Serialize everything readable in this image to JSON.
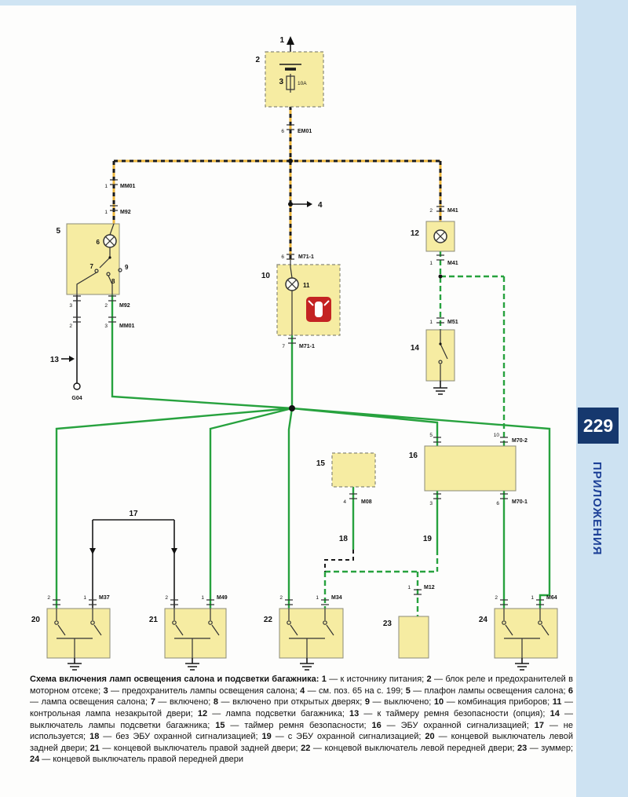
{
  "page": {
    "number": "229",
    "sidebar_label": "ПРИЛОЖЕНИЯ"
  },
  "colors": {
    "box_fill": "#f6eca2",
    "wire_power": "#edb73e",
    "wire_green": "#27a23e",
    "wire_black": "#1a1a1a",
    "warn_red": "#c42323",
    "sidebar_bg": "#cde2f2",
    "page_tab_bg": "#16386e",
    "section_label_color": "#1d4097"
  },
  "diagram": {
    "labels": {
      "n1": "1",
      "n2": "2",
      "n3": "3",
      "fuse_rating": "10A",
      "em01": "EM01",
      "em01_pin": "6",
      "mm01_top": "MM01",
      "mm01_top_pin": "1",
      "m92_top": "M92",
      "m92_top_pin": "1",
      "n4": "4",
      "n5": "5",
      "n6": "6",
      "n7": "7",
      "n8": "8",
      "n9": "9",
      "m92_bot": "M92",
      "m92_bot_pin_l": "3",
      "m92_bot_pin_r": "2",
      "mm01_bot": "MM01",
      "mm01_bot_pin_l": "2",
      "mm01_bot_pin_r": "3",
      "n13": "13",
      "g04": "G04",
      "n10": "10",
      "n11": "11",
      "m71_top": "M71-1",
      "m71_top_pin": "6",
      "m71_bot": "M71-1",
      "m71_bot_pin": "7",
      "n12": "12",
      "m41_top": "M41",
      "m41_top_pin": "2",
      "m41_bot": "M41",
      "m41_bot_pin": "1",
      "n14": "14",
      "m51": "M51",
      "m51_pin": "1",
      "n15": "15",
      "m08": "M08",
      "m08_pin": "4",
      "n16": "16",
      "m70_2": "M70-2",
      "m70_2_pin_l": "5",
      "m70_2_pin_r": "10",
      "m70_1": "M70-1",
      "m70_1_pin_l": "3",
      "m70_1_pin_r": "6",
      "n17": "17",
      "n18": "18",
      "n19": "19",
      "n20": "20",
      "m37": "M37",
      "m37_pin_l": "2",
      "m37_pin_r": "1",
      "n21": "21",
      "m49": "M49",
      "m49_pin_l": "2",
      "m49_pin_r": "1",
      "n22": "22",
      "m34": "M34",
      "m34_pin_l": "2",
      "m34_pin_r": "1",
      "n23": "23",
      "m12": "M12",
      "m12_pin": "1",
      "n24": "24",
      "m64": "M64",
      "m64_pin_l": "2",
      "m64_pin_r": "1"
    }
  },
  "caption": {
    "title": "Схема включения ламп освещения салона и подсветки багажника: ",
    "items": [
      {
        "num": "1",
        "text": " — к источнику питания; "
      },
      {
        "num": "2",
        "text": " — блок реле и предохранителей в моторном отсеке; "
      },
      {
        "num": "3",
        "text": " — предохранитель лампы освещения салона; "
      },
      {
        "num": "4",
        "text": " — см. поз. 65 на с. 199; "
      },
      {
        "num": "5",
        "text": " — плафон лампы освещения салона; "
      },
      {
        "num": "6",
        "text": " — лампа освещения салона; "
      },
      {
        "num": "7",
        "text": " — включено; "
      },
      {
        "num": "8",
        "text": " — включено при открытых дверях; "
      },
      {
        "num": "9",
        "text": " — выключено; "
      },
      {
        "num": "10",
        "text": " — комбинация приборов; "
      },
      {
        "num": "11",
        "text": " — контрольная лампа незакрытой двери; "
      },
      {
        "num": "12",
        "text": " — лампа подсветки багажника; "
      },
      {
        "num": "13",
        "text": " — к таймеру ремня безопасности (опция); "
      },
      {
        "num": "14",
        "text": " — выключатель лампы подсветки багажника; "
      },
      {
        "num": "15",
        "text": " — таймер ремня безопасности; "
      },
      {
        "num": "16",
        "text": " — ЭБУ охранной сигнализацией; "
      },
      {
        "num": "17",
        "text": " — не используется; "
      },
      {
        "num": "18",
        "text": " — без ЭБУ охранной сигнализацией; "
      },
      {
        "num": "19",
        "text": " — с ЭБУ охранной сигнализацией; "
      },
      {
        "num": "20",
        "text": " — концевой выключатель левой задней двери; "
      },
      {
        "num": "21",
        "text": " — концевой выключатель правой задней двери; "
      },
      {
        "num": "22",
        "text": " — концевой выключатель левой передней двери; "
      },
      {
        "num": "23",
        "text": " — зуммер; "
      },
      {
        "num": "24",
        "text": " — концевой выключатель правой передней двери"
      }
    ]
  }
}
